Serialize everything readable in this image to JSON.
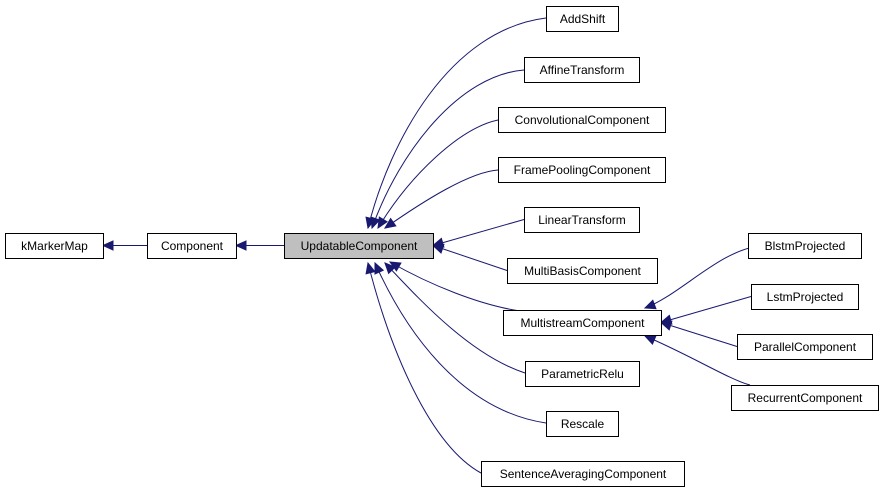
{
  "diagram": {
    "nodes": [
      {
        "id": "kMarkerMap",
        "label": "kMarkerMap"
      },
      {
        "id": "Component",
        "label": "Component"
      },
      {
        "id": "UpdatableComponent",
        "label": "UpdatableComponent",
        "highlight": true
      },
      {
        "id": "AddShift",
        "label": "AddShift"
      },
      {
        "id": "AffineTransform",
        "label": "AffineTransform"
      },
      {
        "id": "ConvolutionalComponent",
        "label": "ConvolutionalComponent"
      },
      {
        "id": "FramePoolingComponent",
        "label": "FramePoolingComponent"
      },
      {
        "id": "LinearTransform",
        "label": "LinearTransform"
      },
      {
        "id": "MultiBasisComponent",
        "label": "MultiBasisComponent"
      },
      {
        "id": "MultistreamComponent",
        "label": "MultistreamComponent"
      },
      {
        "id": "ParametricRelu",
        "label": "ParametricRelu"
      },
      {
        "id": "Rescale",
        "label": "Rescale"
      },
      {
        "id": "SentenceAveragingComponent",
        "label": "SentenceAveragingComponent"
      },
      {
        "id": "BlstmProjected",
        "label": "BlstmProjected"
      },
      {
        "id": "LstmProjected",
        "label": "LstmProjected"
      },
      {
        "id": "ParallelComponent",
        "label": "ParallelComponent"
      },
      {
        "id": "RecurrentComponent",
        "label": "RecurrentComponent"
      }
    ],
    "edges": [
      {
        "from": "Component",
        "to": "kMarkerMap"
      },
      {
        "from": "UpdatableComponent",
        "to": "Component"
      },
      {
        "from": "AddShift",
        "to": "UpdatableComponent"
      },
      {
        "from": "AffineTransform",
        "to": "UpdatableComponent"
      },
      {
        "from": "ConvolutionalComponent",
        "to": "UpdatableComponent"
      },
      {
        "from": "FramePoolingComponent",
        "to": "UpdatableComponent"
      },
      {
        "from": "LinearTransform",
        "to": "UpdatableComponent"
      },
      {
        "from": "MultiBasisComponent",
        "to": "UpdatableComponent"
      },
      {
        "from": "MultistreamComponent",
        "to": "UpdatableComponent"
      },
      {
        "from": "ParametricRelu",
        "to": "UpdatableComponent"
      },
      {
        "from": "Rescale",
        "to": "UpdatableComponent"
      },
      {
        "from": "SentenceAveragingComponent",
        "to": "UpdatableComponent"
      },
      {
        "from": "BlstmProjected",
        "to": "MultistreamComponent"
      },
      {
        "from": "LstmProjected",
        "to": "MultistreamComponent"
      },
      {
        "from": "ParallelComponent",
        "to": "MultistreamComponent"
      },
      {
        "from": "RecurrentComponent",
        "to": "MultistreamComponent"
      }
    ],
    "colors": {
      "edge": "#191970",
      "node_border": "#000000",
      "node_fill": "#ffffff",
      "highlight_fill": "#bfbfbf"
    }
  }
}
